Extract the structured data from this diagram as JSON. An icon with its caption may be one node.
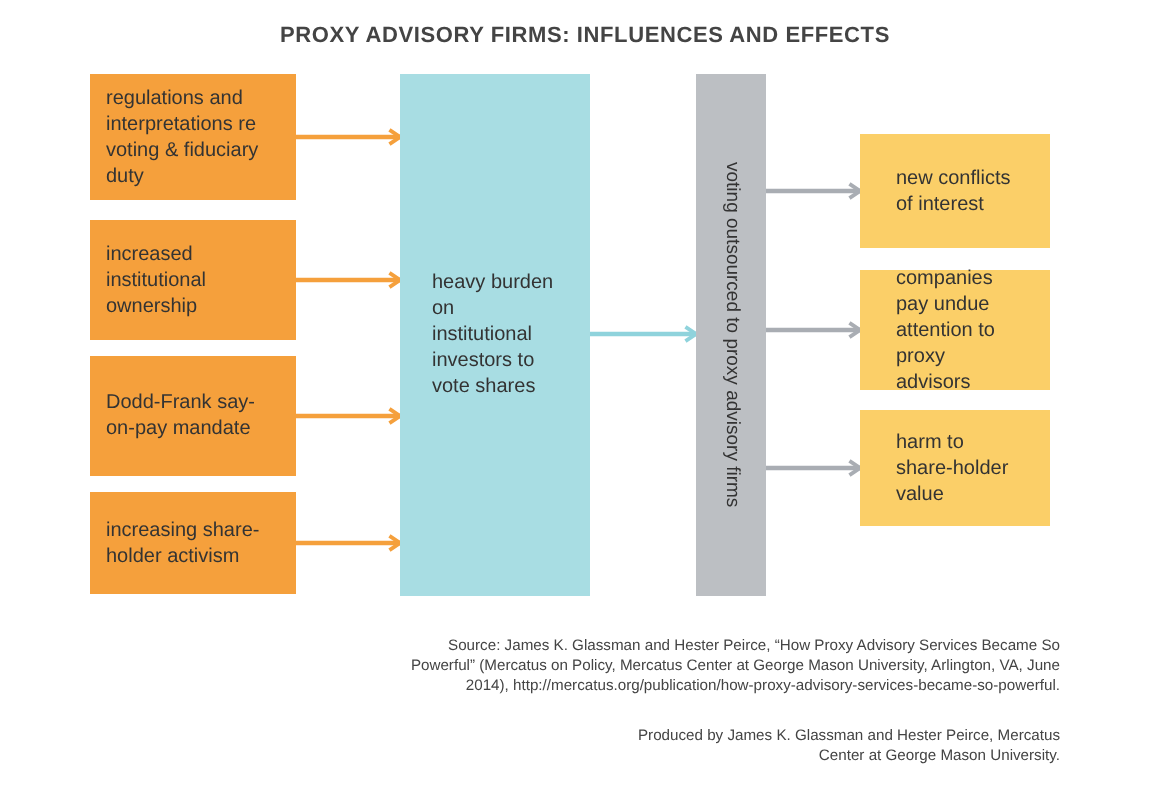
{
  "diagram": {
    "title": "PROXY ADVISORY FIRMS: INFLUENCES AND EFFECTS",
    "nodes": [
      {
        "text": [
          "regulations and interpretations re voting & fiduciary duty"
        ]
      },
      {
        "text": [
          "increased institutional ownership"
        ]
      },
      {
        "text": [
          "Dodd-Frank say-on-pay mandate"
        ]
      },
      {
        "text": [
          "increasing share-holder activism"
        ]
      },
      {
        "text": [
          "heavy burden on institutional investors to vote shares"
        ]
      },
      {
        "text": [
          "voting outsourced to proxy advisory firms"
        ]
      },
      {
        "text": [
          "new conflicts of interest"
        ]
      },
      {
        "text": [
          "companies pay undue attention to proxy advisors"
        ]
      },
      {
        "text": [
          "harm to share-holder value"
        ]
      }
    ],
    "edges": [
      {
        "from": 0,
        "to": 4,
        "arrow": "to"
      },
      {
        "from": 1,
        "to": 4,
        "arrow": "to"
      },
      {
        "from": 2,
        "to": 4,
        "arrow": "to"
      },
      {
        "from": 3,
        "to": 4,
        "arrow": "to"
      },
      {
        "from": 4,
        "to": 5,
        "arrow": "to",
        "color": "#8fd3dc"
      },
      {
        "from": 5,
        "to": 6,
        "arrow": "to",
        "color": "#a9adb3"
      },
      {
        "from": 5,
        "to": 7,
        "arrow": "to",
        "color": "#a9adb3"
      },
      {
        "from": 5,
        "to": 8,
        "arrow": "to",
        "color": "#a9adb3"
      }
    ],
    "labels": [
      "Source: James K. Glassman and Hester Peirce, “How Proxy Advisory Services Became So Powerful” (Mercatus on Policy, Mercatus Center at George Mason University, Arlington, VA, June 2014), http://mercatus.org/publication/how-proxy-advisory-services-became-so-powerful.",
      "Produced by James K. Glassman and Hester Peirce, Mercatus Center at George Mason University."
    ]
  }
}
